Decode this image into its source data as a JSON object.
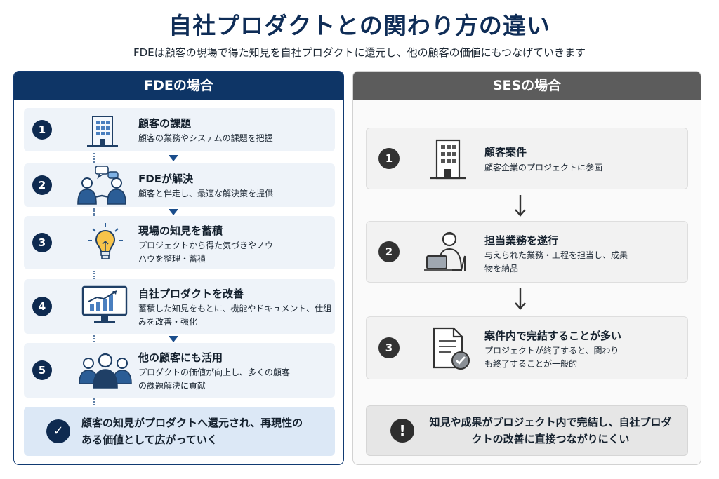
{
  "title": "自社プロダクトとの関わり方の違い",
  "subtitle": "FDEは顧客の現場で得た知見を自社プロダクトに還元し、他の顧客の価値にもつなげていきます",
  "fde": {
    "header": "FDEの場合",
    "steps": [
      {
        "num": "1",
        "title": "顧客の課題",
        "desc": "顧客の業務やシステムの課題を把握",
        "icon": "building-icon"
      },
      {
        "num": "2",
        "title": "FDEが解決",
        "desc": "顧客と伴走し、最適な解決策を提供",
        "icon": "discussion-icon"
      },
      {
        "num": "3",
        "title": "現場の知見を蓄積",
        "desc": "プロジェクトから得た気づきやノウハウを整理・蓄積",
        "icon": "lightbulb-icon"
      },
      {
        "num": "4",
        "title": "自社プロダクトを改善",
        "desc": "蓄積した知見をもとに、機能やドキュメント、仕組みを改善・強化",
        "icon": "monitor-chart-icon"
      },
      {
        "num": "5",
        "title": "他の顧客にも活用",
        "desc": "プロダクトの価値が向上し、多くの顧客の課題解決に貢献",
        "icon": "people-group-icon"
      }
    ],
    "summary": "顧客の知見がプロダクトへ還元され、再現性のある価値として広がっていく",
    "summary_icon": "check-circle-icon",
    "accent": "#0e3566"
  },
  "ses": {
    "header": "SESの場合",
    "steps": [
      {
        "num": "1",
        "title": "顧客案件",
        "desc": "顧客企業のプロジェクトに参画",
        "icon": "building-icon"
      },
      {
        "num": "2",
        "title": "担当業務を遂行",
        "desc": "与えられた業務・工程を担当し、成果物を納品",
        "icon": "person-laptop-icon"
      },
      {
        "num": "3",
        "title": "案件内で完結することが多い",
        "desc": "プロジェクトが終了すると、関わりも終了することが一般的",
        "icon": "document-check-icon"
      }
    ],
    "summary": "知見や成果がプロジェクト内で完結し、自社プロダクトの改善に直接つながりにくい",
    "summary_icon": "exclamation-circle-icon",
    "accent": "#5c5c5c"
  }
}
